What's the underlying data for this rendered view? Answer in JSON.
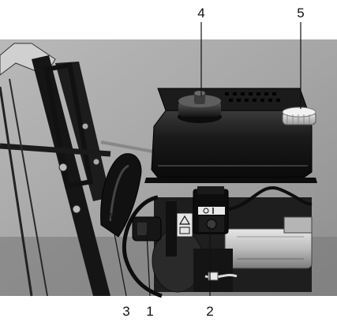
{
  "figure": {
    "callouts": [
      {
        "label": "4"
      },
      {
        "label": "5"
      },
      {
        "label": "3"
      },
      {
        "label": "1"
      },
      {
        "label": "2"
      }
    ]
  }
}
